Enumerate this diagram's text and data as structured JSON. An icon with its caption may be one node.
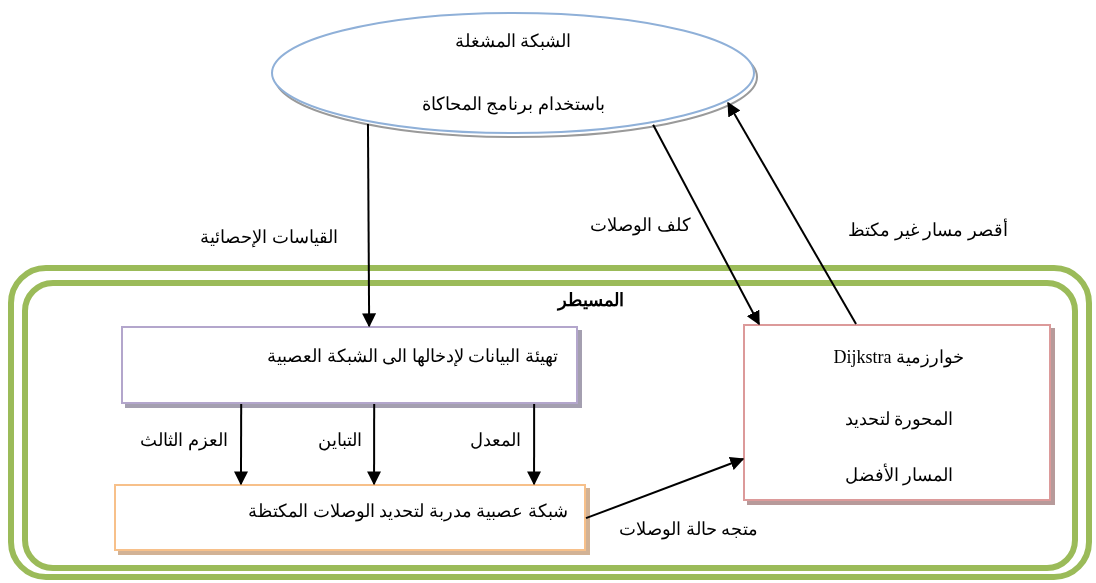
{
  "diagram": {
    "nodes": [
      {
        "text": [
          "الشبكة المشغلة",
          "باستخدام برنامج المحاكاة"
        ]
      },
      {
        "text": [
          "المسيطر"
        ]
      },
      {
        "text": [
          "تهيئة البيانات لإدخالها الى الشبكة العصبية"
        ],
        "in": 1
      },
      {
        "text": [
          "شبكة عصبية مدربة  لتحديد الوصلات المكتظة"
        ],
        "in": 1
      },
      {
        "text": [
          "خوارزمية Dijkstra",
          "المحورة لتحديد",
          "المسار الأفضل"
        ],
        "in": 1
      }
    ],
    "edges": [
      {
        "from": 0,
        "to": 2,
        "arrow": "to",
        "label": "القياسات الإحصائية"
      },
      {
        "from": 0,
        "to": 4,
        "arrow": "to",
        "label": "كلف الوصلات"
      },
      {
        "from": 4,
        "to": 0,
        "arrow": "to",
        "label": "أقصر مسار غير مكتظ"
      },
      {
        "from": 2,
        "to": 3,
        "arrow": "to",
        "label": "العزم الثالث"
      },
      {
        "from": 2,
        "to": 3,
        "arrow": "to",
        "label": "التباين"
      },
      {
        "from": 2,
        "to": 3,
        "arrow": "to",
        "label": "المعدل"
      },
      {
        "from": 3,
        "to": 4,
        "arrow": "to",
        "label": "متجه حالة الوصلات"
      }
    ]
  }
}
